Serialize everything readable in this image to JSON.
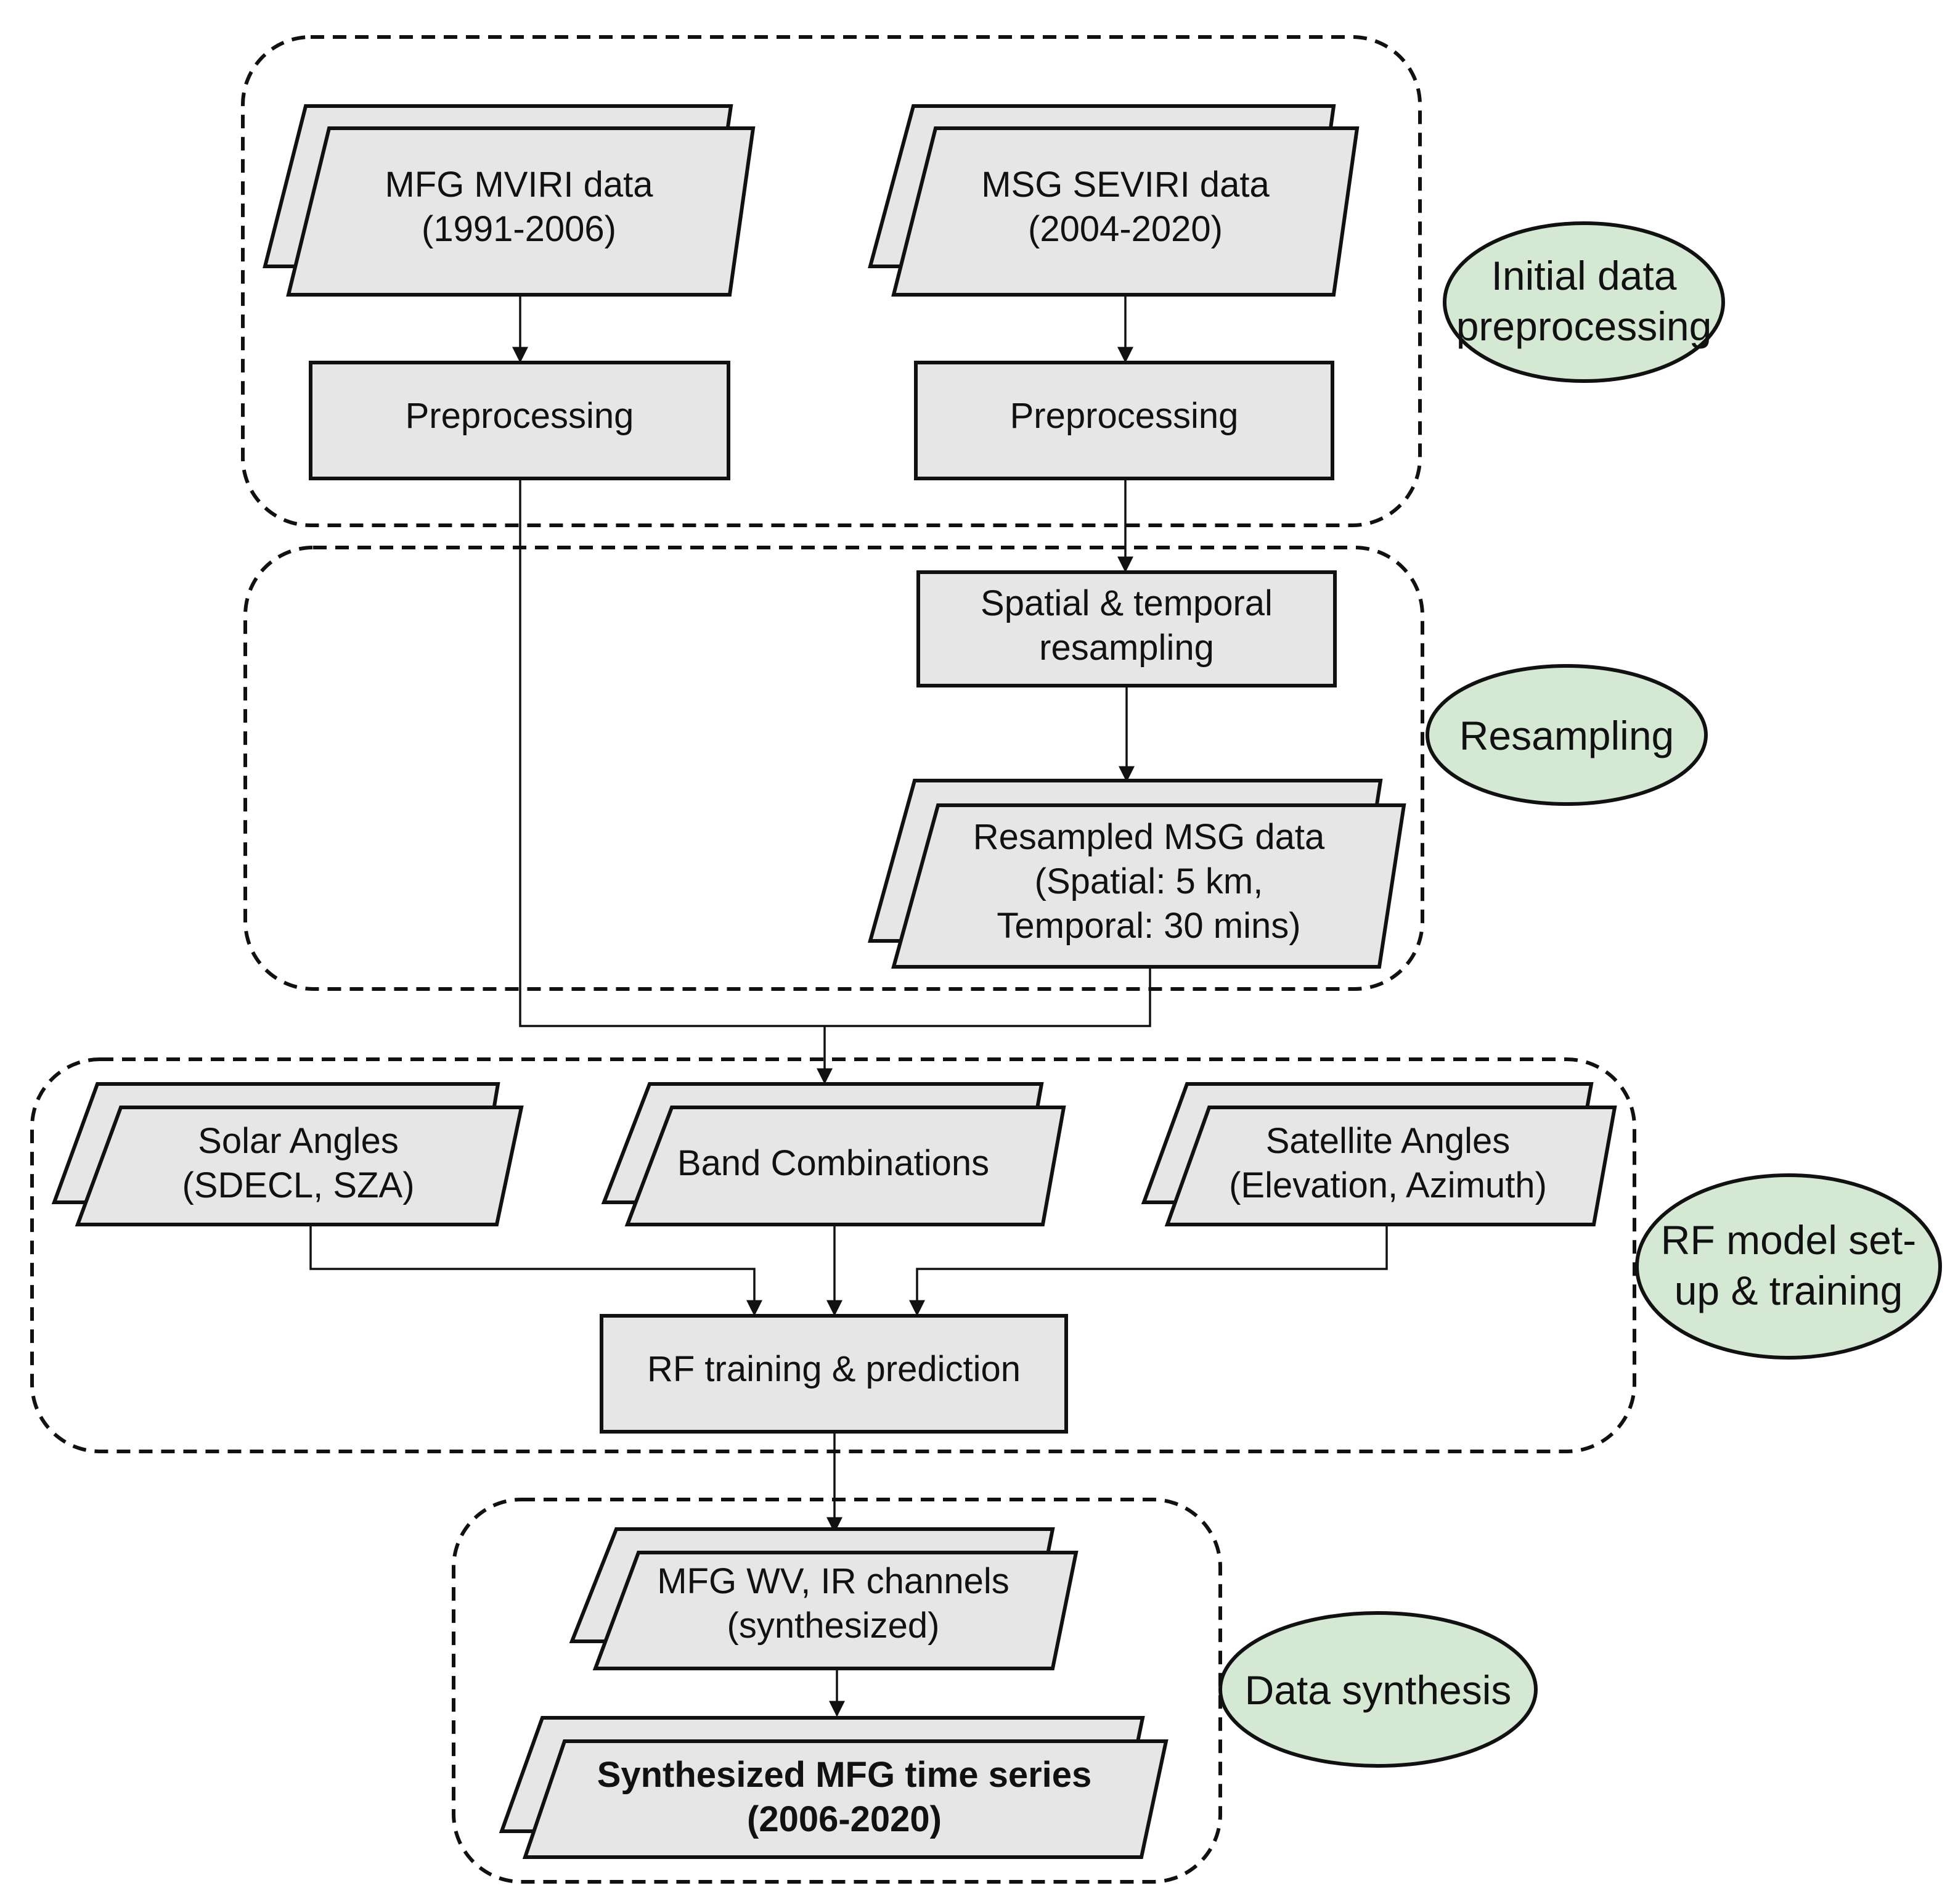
{
  "stages": [
    {
      "id": "stage-initial",
      "lines": [
        "Initial data",
        "preprocessing"
      ]
    },
    {
      "id": "stage-resampling",
      "lines": [
        "Resampling"
      ]
    },
    {
      "id": "stage-rf",
      "lines": [
        "RF model set-",
        "up & training"
      ]
    },
    {
      "id": "stage-synthesis",
      "lines": [
        "Data synthesis"
      ]
    }
  ],
  "nodes": {
    "mfg_mviri": {
      "shape": "data",
      "lines": [
        "MFG MVIRI data",
        "(1991-2006)"
      ]
    },
    "msg_seviri": {
      "shape": "data",
      "lines": [
        "MSG SEVIRI data",
        "(2004-2020)"
      ]
    },
    "preproc_mfg": {
      "shape": "process",
      "lines": [
        "Preprocessing"
      ]
    },
    "preproc_msg": {
      "shape": "process",
      "lines": [
        "Preprocessing"
      ]
    },
    "resample": {
      "shape": "process",
      "lines": [
        "Spatial & temporal",
        "resampling"
      ]
    },
    "resampled_msg": {
      "shape": "data",
      "lines": [
        "Resampled MSG data",
        "(Spatial: 5 km,",
        "Temporal: 30 mins)"
      ]
    },
    "solar_angles": {
      "shape": "data",
      "lines": [
        "Solar Angles",
        "(SDECL, SZA)"
      ]
    },
    "band_combinations": {
      "shape": "data",
      "lines": [
        "Band Combinations"
      ]
    },
    "satellite_angles": {
      "shape": "data",
      "lines": [
        "Satellite Angles",
        "(Elevation, Azimuth)"
      ]
    },
    "rf_training": {
      "shape": "process",
      "lines": [
        "RF training & prediction"
      ]
    },
    "mfg_channels": {
      "shape": "data",
      "lines": [
        "MFG WV, IR channels",
        "(synthesized)"
      ]
    },
    "synth_series": {
      "shape": "data",
      "bold": true,
      "lines": [
        "Synthesized MFG time series",
        "(2006-2020)"
      ]
    }
  },
  "edges": [
    {
      "from": "mfg_mviri",
      "to": "preproc_mfg"
    },
    {
      "from": "msg_seviri",
      "to": "preproc_msg"
    },
    {
      "from": "preproc_msg",
      "to": "resample"
    },
    {
      "from": "resample",
      "to": "resampled_msg"
    },
    {
      "from": "preproc_mfg",
      "to": "band_combinations"
    },
    {
      "from": "resampled_msg",
      "to": "band_combinations"
    },
    {
      "from": "solar_angles",
      "to": "rf_training"
    },
    {
      "from": "band_combinations",
      "to": "rf_training"
    },
    {
      "from": "satellite_angles",
      "to": "rf_training"
    },
    {
      "from": "rf_training",
      "to": "mfg_channels"
    },
    {
      "from": "mfg_channels",
      "to": "synth_series"
    }
  ],
  "colors": {
    "node_fill": "#e6e6e6",
    "stage_fill": "#d5e8d4",
    "stroke": "#111111",
    "background": "#ffffff"
  }
}
